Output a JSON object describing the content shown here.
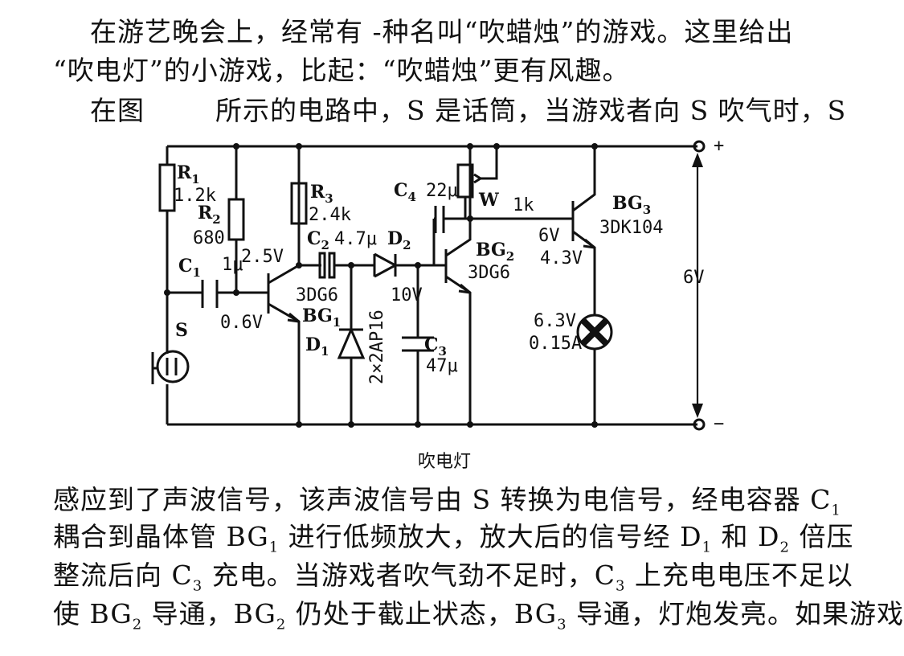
{
  "paragraphs": {
    "p1": "在游艺晚会上，经常有 -种名叫“吹蜡烛”的游戏。这里给出",
    "p2": "“吹电灯”的小游戏，比起：“吹蜡烛”更有风趣。",
    "p3a": "在图",
    "p3b": "所示的电路中，S 是话筒，当游戏者向 S 吹气时，S",
    "p4": "感应到了声波信号，该声波信号由 S 转换为电信号，经电容器 C",
    "p4sub": "1",
    "p5a": "耦合到晶体管 BG",
    "p5b": " 进行低频放大，放大后的信号经 D",
    "p5c": " 和 D",
    "p5d": " 倍压",
    "p6a": "整流后向 C",
    "p6b": " 充电。当游戏者吹气劲不足时，C",
    "p6c": " 上充电电压不足以",
    "p7a": "使 BG",
    "p7b": " 导通，BG",
    "p7c": " 仍处于截止状态，BG",
    "p7d": " 导通，灯炮发亮。如果游戏",
    "sub1": "1",
    "sub2": "2",
    "sub3": "3"
  },
  "caption": "吹电灯",
  "labels": {
    "r1": "R",
    "r1s": "1",
    "r1v": "1.2k",
    "r2": "R",
    "r2s": "2",
    "r2v": "680",
    "r3": "R",
    "r3s": "3",
    "r3v": "2.4k",
    "c1": "C",
    "c1s": "1",
    "c1v": "1μ",
    "c2": "C",
    "c2s": "2",
    "c2v": "4.7μ",
    "c3": "C",
    "c3s": "3",
    "c3v": "47μ",
    "c4": "C",
    "c4s": "4",
    "c4v": "22μ",
    "d1": "D",
    "d1s": "1",
    "d2": "D",
    "d2s": "2",
    "w": "W",
    "wv": "1k",
    "bg1": "BG",
    "bg1s": "1",
    "bg1t": "3DG6",
    "bg2": "BG",
    "bg2s": "2",
    "bg2t": "3DG6",
    "bg3": "BG",
    "bg3s": "3",
    "bg3t": "3DK104",
    "v25": "2.5V",
    "v06": "0.6V",
    "v10": "10V",
    "v6": "6V",
    "v43": "4.3V",
    "lamp1": "6.3V",
    "lamp2": "0.15A",
    "supply": "6V",
    "plus": "+",
    "minus": "−",
    "s": "S",
    "diode": "2×2AP16"
  }
}
